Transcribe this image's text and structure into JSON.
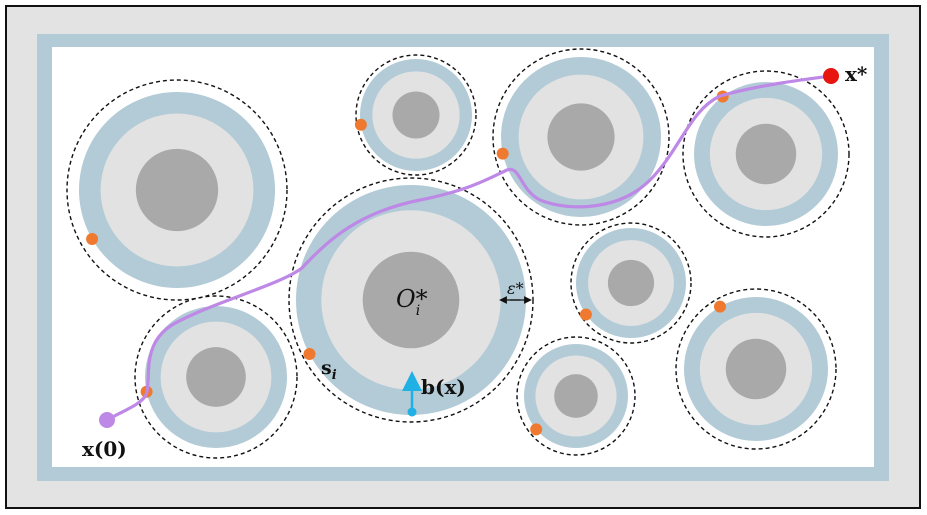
{
  "colors": {
    "frame_fill": "#e3e3e3",
    "boundary": "#b2cbd6",
    "workspace": "#ffffff",
    "obstacle_ring": "#b2cbd6",
    "obstacle_inner": "#e2e2e2",
    "obstacle_core": "#a9a9a9",
    "margin_circle": "#111111",
    "trajectory": "#be88e6",
    "goal_point": "#e8140e",
    "surface_point": "#ef7a2f",
    "barrier_arrow": "#1fb1e4"
  },
  "labels": {
    "start": "x(0)",
    "goal": "x*",
    "obstacle": "O*",
    "obstacle_sub": "i",
    "surface_point": "s",
    "surface_sub": "i",
    "barrier": "b(x)",
    "margin": "ε*"
  }
}
